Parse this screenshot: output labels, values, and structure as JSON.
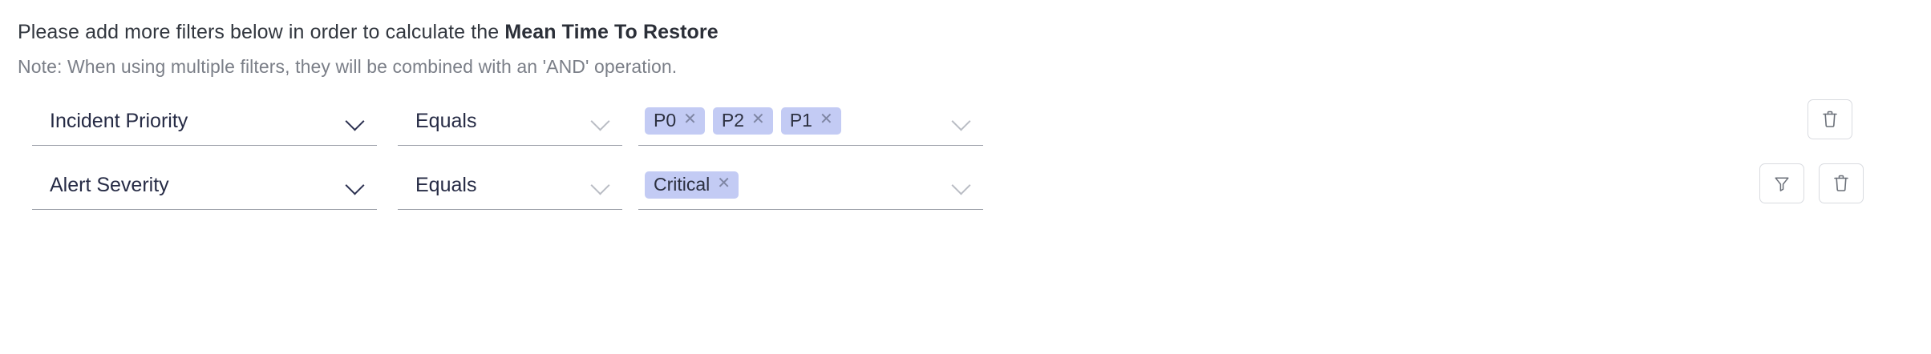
{
  "instruction": {
    "prefix": "Please add more filters below in order to calculate the ",
    "metric": "Mean Time To Restore",
    "note": "Note: When using multiple filters, they will be combined with an 'AND' operation."
  },
  "colors": {
    "chip_bg": "#c3cbf4",
    "chip_text": "#2c3040",
    "field_text": "#262b45",
    "note_text": "#7b7f88",
    "underline": "#9b9fa8",
    "button_border": "#d9dbe0"
  },
  "filter_rows": [
    {
      "field": "Incident Priority",
      "field_chevron": "chevron-down-icon",
      "operator": "Equals",
      "operator_chevron": "chevron-down-icon",
      "values": [
        "P0",
        "P2",
        "P1"
      ],
      "values_chevron": "chevron-down-icon",
      "chip_remove_icon": "close-icon",
      "actions": [
        {
          "name": "delete-filter-button",
          "icon": "trash-icon"
        }
      ]
    },
    {
      "field": "Alert Severity",
      "field_chevron": "chevron-down-icon",
      "operator": "Equals",
      "operator_chevron": "chevron-down-icon",
      "values": [
        "Critical"
      ],
      "values_chevron": "chevron-down-icon",
      "chip_remove_icon": "close-icon",
      "actions": [
        {
          "name": "add-subfilter-button",
          "icon": "funnel-icon"
        },
        {
          "name": "delete-filter-button",
          "icon": "trash-icon"
        }
      ]
    }
  ]
}
